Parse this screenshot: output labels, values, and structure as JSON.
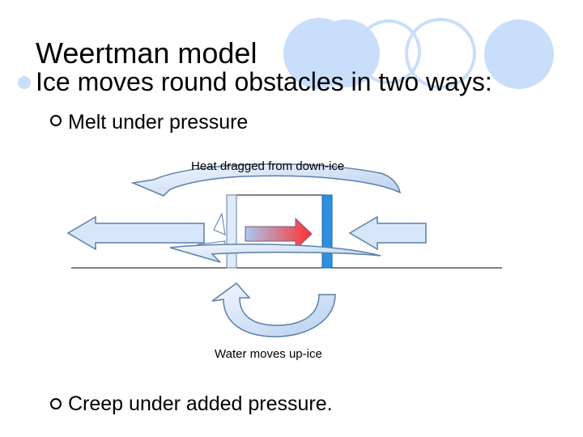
{
  "slide": {
    "title": "Weertman model",
    "bullet_main": "Ice moves round obstacles in two ways:",
    "sub_bullet_1": "Melt under pressure",
    "sub_bullet_2": "Creep under added pressure."
  },
  "diagram": {
    "label_heat": "Heat dragged from down-ice",
    "label_water": "Water moves up-ice"
  },
  "colors": {
    "deco_circle": "#c9defa",
    "deco_ring": "#dbe8fb",
    "arrow_fill": "#d8e6fa",
    "arrow_stroke": "#5b7fa8",
    "bar_blue": "#2d8fe0",
    "grad_red": "#ff3030",
    "grad_blue": "#a8c8f0",
    "bullet_fill": "#c9defa",
    "bullet_outline": "#000000"
  }
}
